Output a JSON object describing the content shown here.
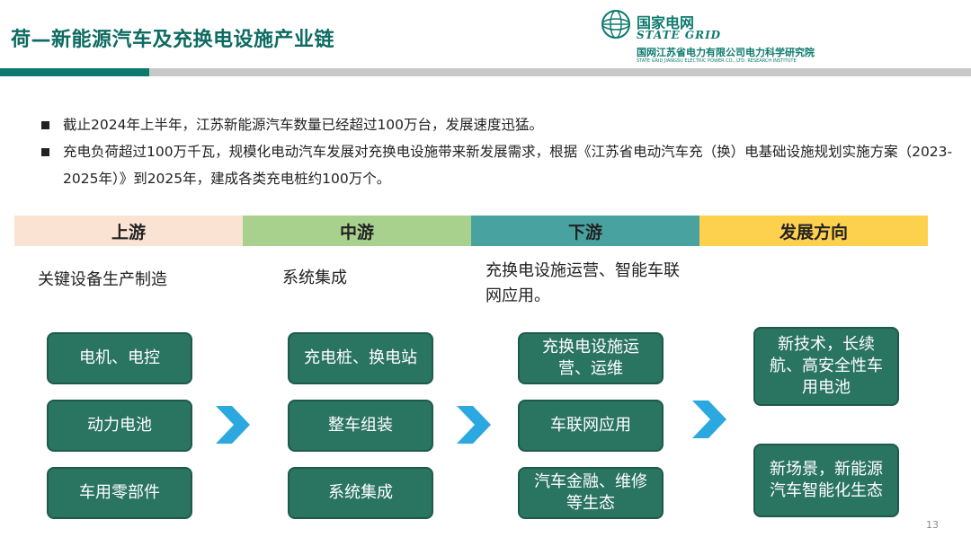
{
  "slide": {
    "title": "荷—新能源汽车及充换电设施产业链",
    "page_number": "13"
  },
  "logo": {
    "name_cn": "国家电网",
    "name_en": "STATE GRID",
    "institute_cn": "国网江苏省电力有限公司电力科学研究院",
    "institute_en": "STATE GRID JIANGSU ELECTRIC POWER CO., LTD. RESEARCH INSTITUTE",
    "emblem_icon": "state-grid-globe-icon"
  },
  "bullets": [
    "截止2024年上半年，江苏新能源汽车数量已经超过100万台，发展速度迅猛。",
    "充电负荷超过100万千瓦，规模化电动汽车发展对充换电设施带来新发展需求，根据《江苏省电动汽车充（换）电基础设施规划实施方案（2023-2025年）》到2025年，建成各类充电桩约100万个。"
  ],
  "columns": [
    {
      "header": "上游",
      "header_color": "#fbe3d3",
      "description": "关键设备生产制造",
      "boxes": [
        "电机、电控",
        "动力电池",
        "车用零部件"
      ]
    },
    {
      "header": "中游",
      "header_color": "#a9d18e",
      "description": "系统集成",
      "boxes": [
        "充电桩、换电站",
        "整车组装",
        "系统集成"
      ]
    },
    {
      "header": "下游",
      "header_color": "#48a3a0",
      "description": "充换电设施运营、智能车联网应用。",
      "boxes": [
        "充换电设施运营、运维",
        "车联网应用",
        "汽车金融、维修等生态"
      ]
    },
    {
      "header": "发展方向",
      "header_color": "#fdd04d",
      "description": "",
      "boxes": [
        "新技术，长续航、高安全性车用电池",
        "新场景，新能源汽车智能化生态"
      ]
    }
  ],
  "colors": {
    "accent": "#0e7a6f",
    "box_fill": "#2a7462",
    "arrow": "#2ba8e0"
  }
}
